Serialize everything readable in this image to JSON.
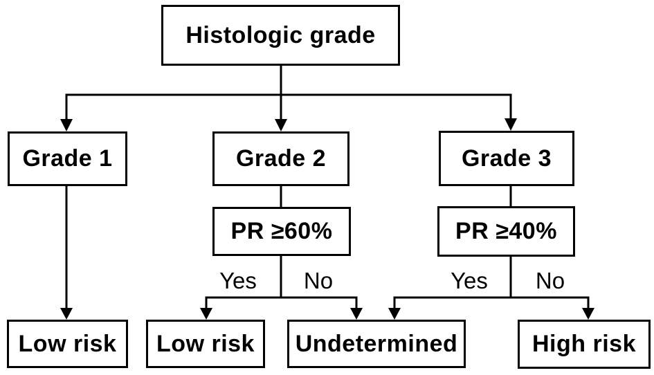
{
  "diagram": {
    "type": "decision-flowchart",
    "background_color": "#ffffff",
    "line_color": "#000000",
    "nodes": {
      "root": "Histologic grade",
      "grade1": "Grade 1",
      "grade2": "Grade 2",
      "grade3": "Grade 3",
      "pr60": "PR ≥60%",
      "pr40": "PR ≥40%",
      "low_risk_1": "Low risk",
      "low_risk_2": "Low risk",
      "undetermined": "Undetermined",
      "high_risk": "High risk"
    },
    "edge_labels": {
      "grade2_yes": "Yes",
      "grade2_no": "No",
      "grade3_yes": "Yes",
      "grade3_no": "No"
    },
    "edges": [
      {
        "from": "root",
        "to": "grade1"
      },
      {
        "from": "root",
        "to": "grade2"
      },
      {
        "from": "root",
        "to": "grade3"
      },
      {
        "from": "grade1",
        "to": "low_risk_1"
      },
      {
        "from": "grade2",
        "to": "pr60"
      },
      {
        "from": "grade3",
        "to": "pr40"
      },
      {
        "from": "pr60",
        "to": "low_risk_2",
        "label": "Yes"
      },
      {
        "from": "pr60",
        "to": "undetermined",
        "label": "No"
      },
      {
        "from": "pr40",
        "to": "undetermined",
        "label": "Yes"
      },
      {
        "from": "pr40",
        "to": "high_risk",
        "label": "No"
      }
    ]
  }
}
